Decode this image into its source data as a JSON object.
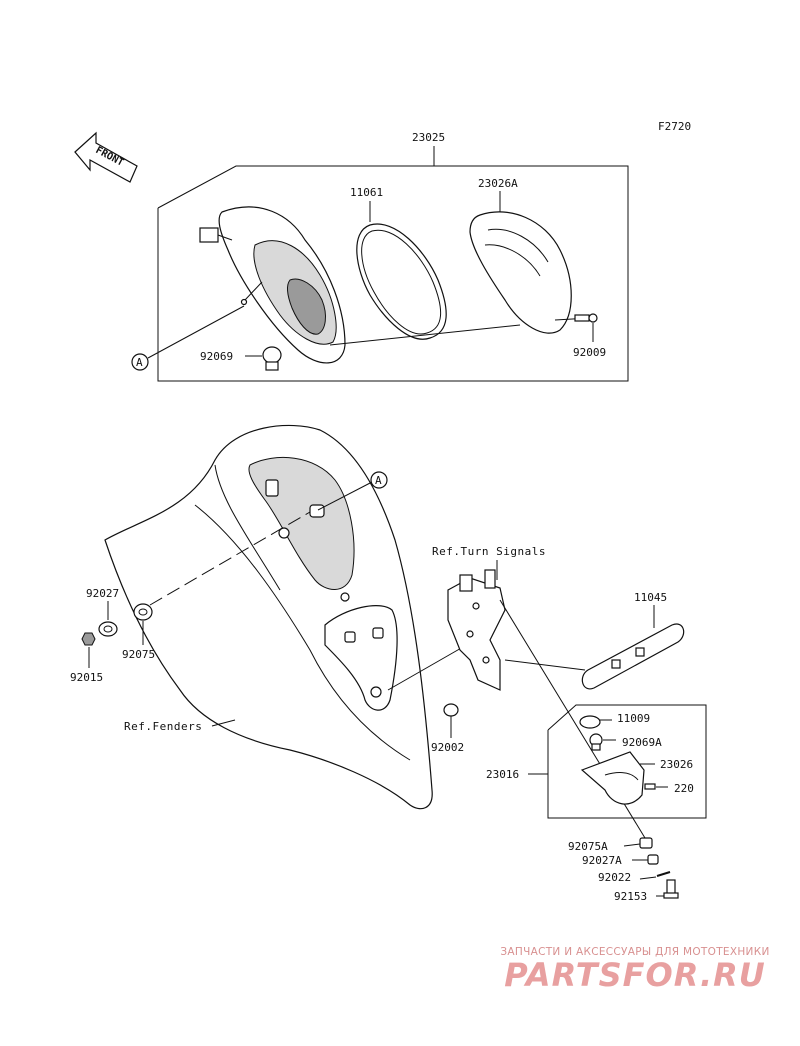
{
  "diagram_code": "F2720",
  "front_label": "FRONT",
  "callout_letter": "A",
  "groups": {
    "taillight": "23025",
    "license_light": "23016"
  },
  "parts": {
    "gasket": "11061",
    "lens": "23026A",
    "screw_lens": "92009",
    "bulb_tail": "92069",
    "license_bracket": "11045",
    "gasket_small": "11009",
    "bulb_license": "92069A",
    "license_lamp": "23026",
    "screw_lamp": "220",
    "grommet_left": "92027",
    "collar_left": "92075",
    "nut_left": "92015",
    "clip": "92002",
    "collar_bottom": "92075A",
    "grommet_bottom": "92027A",
    "washer": "92022",
    "bolt": "92153"
  },
  "refs": {
    "turn_signals": "Ref.Turn Signals",
    "fenders": "Ref.Fenders"
  },
  "watermark": {
    "caption": "ЗАПЧАСТИ И АКСЕССУАРЫ ДЛЯ МОТОТЕХНИКИ",
    "logo": "PARTSFOR.RU"
  }
}
